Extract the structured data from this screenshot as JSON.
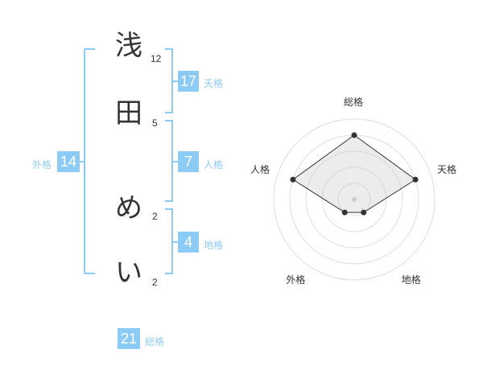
{
  "name": {
    "characters": [
      {
        "char": "浅",
        "strokes": "12"
      },
      {
        "char": "田",
        "strokes": "5"
      },
      {
        "char": "め",
        "strokes": "2"
      },
      {
        "char": "い",
        "strokes": "2"
      }
    ]
  },
  "fortune": {
    "tenkaku": {
      "value": "17",
      "label": "天格"
    },
    "jinkaku": {
      "value": "7",
      "label": "人格"
    },
    "chikaku": {
      "value": "4",
      "label": "地格"
    },
    "gaikaku": {
      "value": "14",
      "label": "外格"
    },
    "soukaku": {
      "value": "21",
      "label": "総格"
    }
  },
  "colors": {
    "accent": "#8ccbf5",
    "text": "#333333"
  },
  "chart_data": {
    "type": "radar",
    "axes": [
      "総格",
      "天格",
      "地格",
      "外格",
      "人格"
    ],
    "levels": 5,
    "max": 5,
    "values": [
      4,
      4,
      1,
      1,
      4
    ]
  }
}
